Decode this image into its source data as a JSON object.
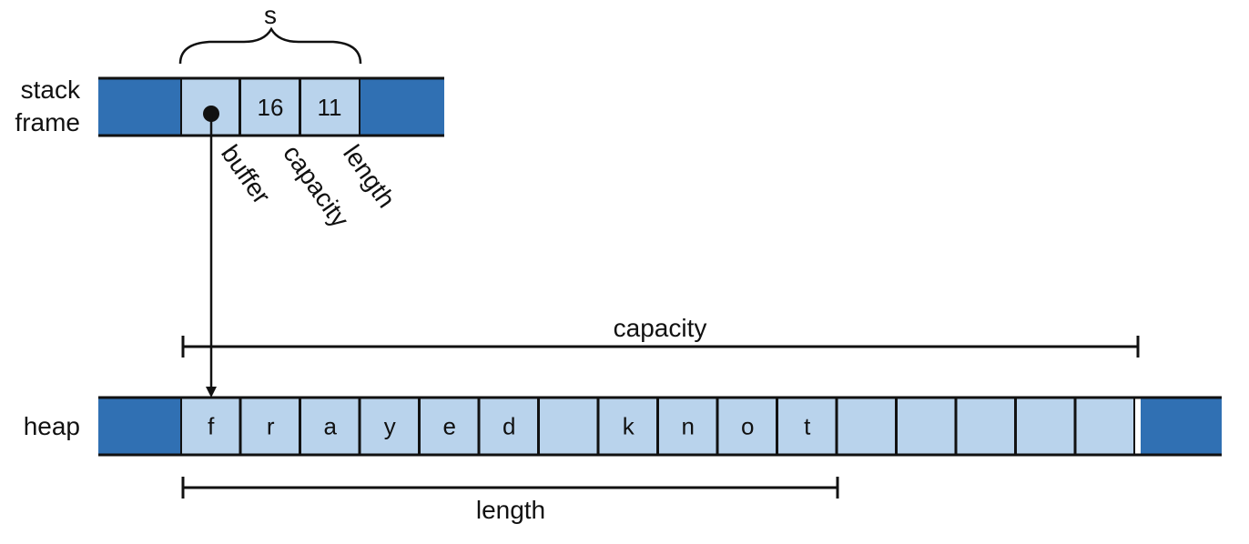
{
  "diagram": {
    "struct_name": "s",
    "stack_label_line1": "stack",
    "stack_label_line2": "frame",
    "heap_label": "heap",
    "stack_values": {
      "capacity": "16",
      "length": "11"
    },
    "field_labels": {
      "buffer": "buffer",
      "capacity": "capacity",
      "length": "length"
    },
    "heap_chars": [
      "f",
      "r",
      "a",
      "y",
      "e",
      "d",
      " ",
      "k",
      "n",
      "o",
      "t",
      "",
      "",
      "",
      "",
      ""
    ],
    "capacity_label": "capacity",
    "length_label": "length",
    "colors": {
      "dark": "#3070b3",
      "light": "#b9d3ec",
      "line": "#111111"
    }
  }
}
